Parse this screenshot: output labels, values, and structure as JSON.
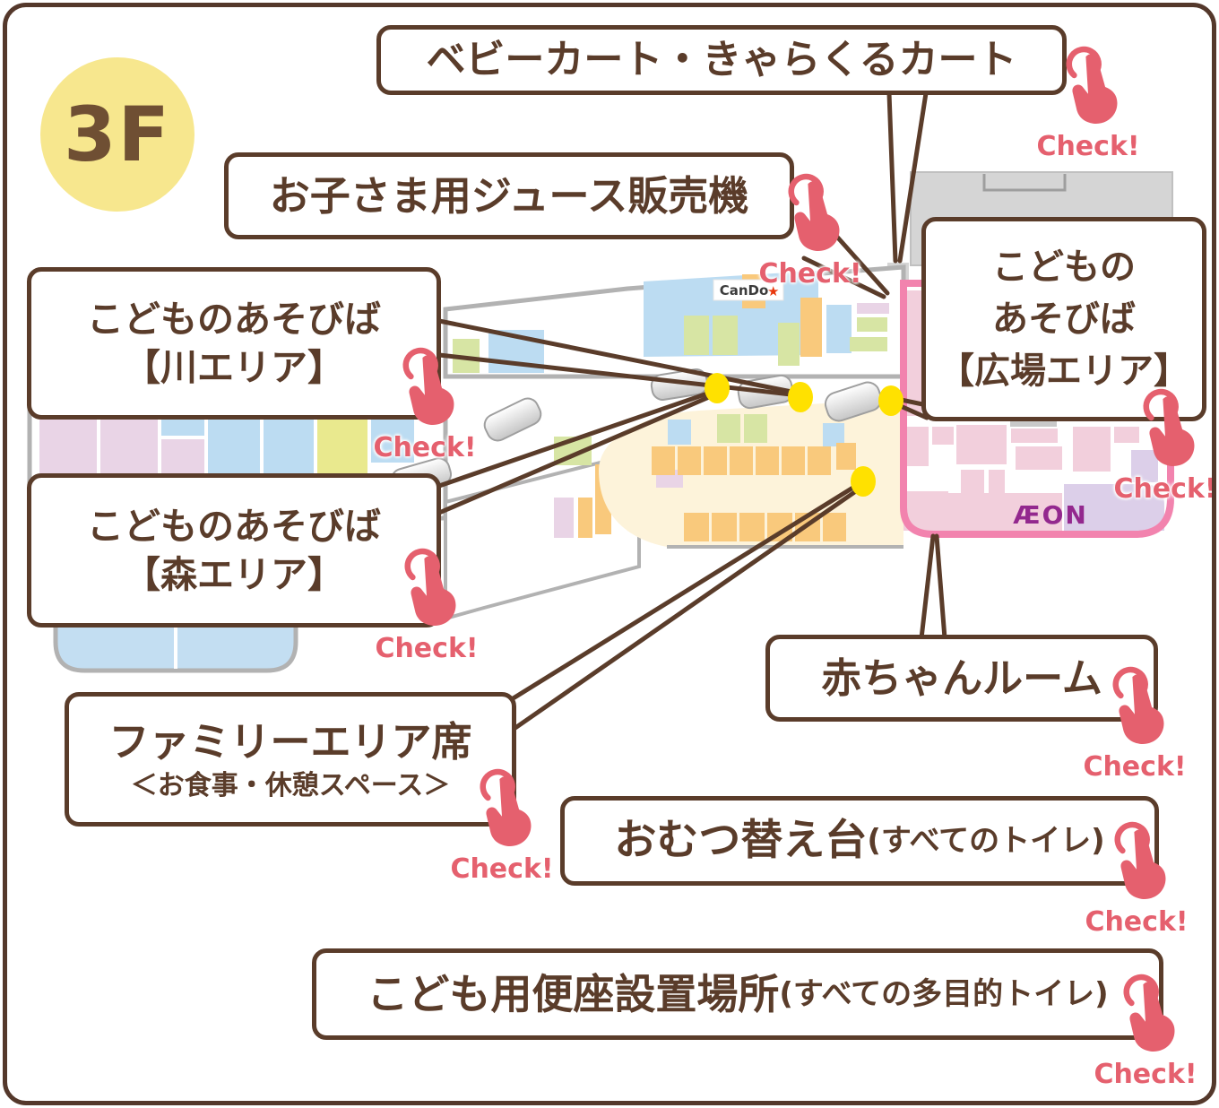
{
  "floor_badge": "3F",
  "check_label": "Check!",
  "map": {
    "cando_label": "CanDo",
    "cando_star": "★",
    "aeon_label": "ÆON"
  },
  "callouts": {
    "baby_cart": {
      "label": "ベビーカート・きゃらくるカート"
    },
    "juice": {
      "label": "お子さま用ジュース販売機"
    },
    "kawa": {
      "line1": "こどものあそびば",
      "line2": "【川エリア】"
    },
    "hiroba": {
      "line1": "こどもの",
      "line2": "あそびば",
      "line3": "【広場エリア】"
    },
    "mori": {
      "line1": "こどものあそびば",
      "line2": "【森エリア】"
    },
    "family": {
      "line1": "ファミリーエリア席",
      "line2": "＜お食事・休憩スペース＞"
    },
    "baby_room": {
      "label": "赤ちゃんルーム"
    },
    "diaper": {
      "label": "おむつ替え台",
      "note": "(すべてのトイレ)"
    },
    "kids_toilet": {
      "label": "こども用便座設置場所",
      "note": "(すべての多目的トイレ)"
    }
  },
  "colors": {
    "outline_brown": "#5a3c2a",
    "check_red": "#e5606e",
    "poi_dot_yellow": "#ffe100",
    "badge_yellow": "#f7e78e",
    "aeon_purple": "#93288e",
    "aeon_pink_border": "#f283ae",
    "map_blue": "#bcdcf2",
    "map_green": "#d7e5a4",
    "map_orange": "#f9c97c",
    "map_lavender": "#e9d4e6",
    "map_cream": "#fdf3da",
    "map_gray": "#d5d5d5"
  }
}
